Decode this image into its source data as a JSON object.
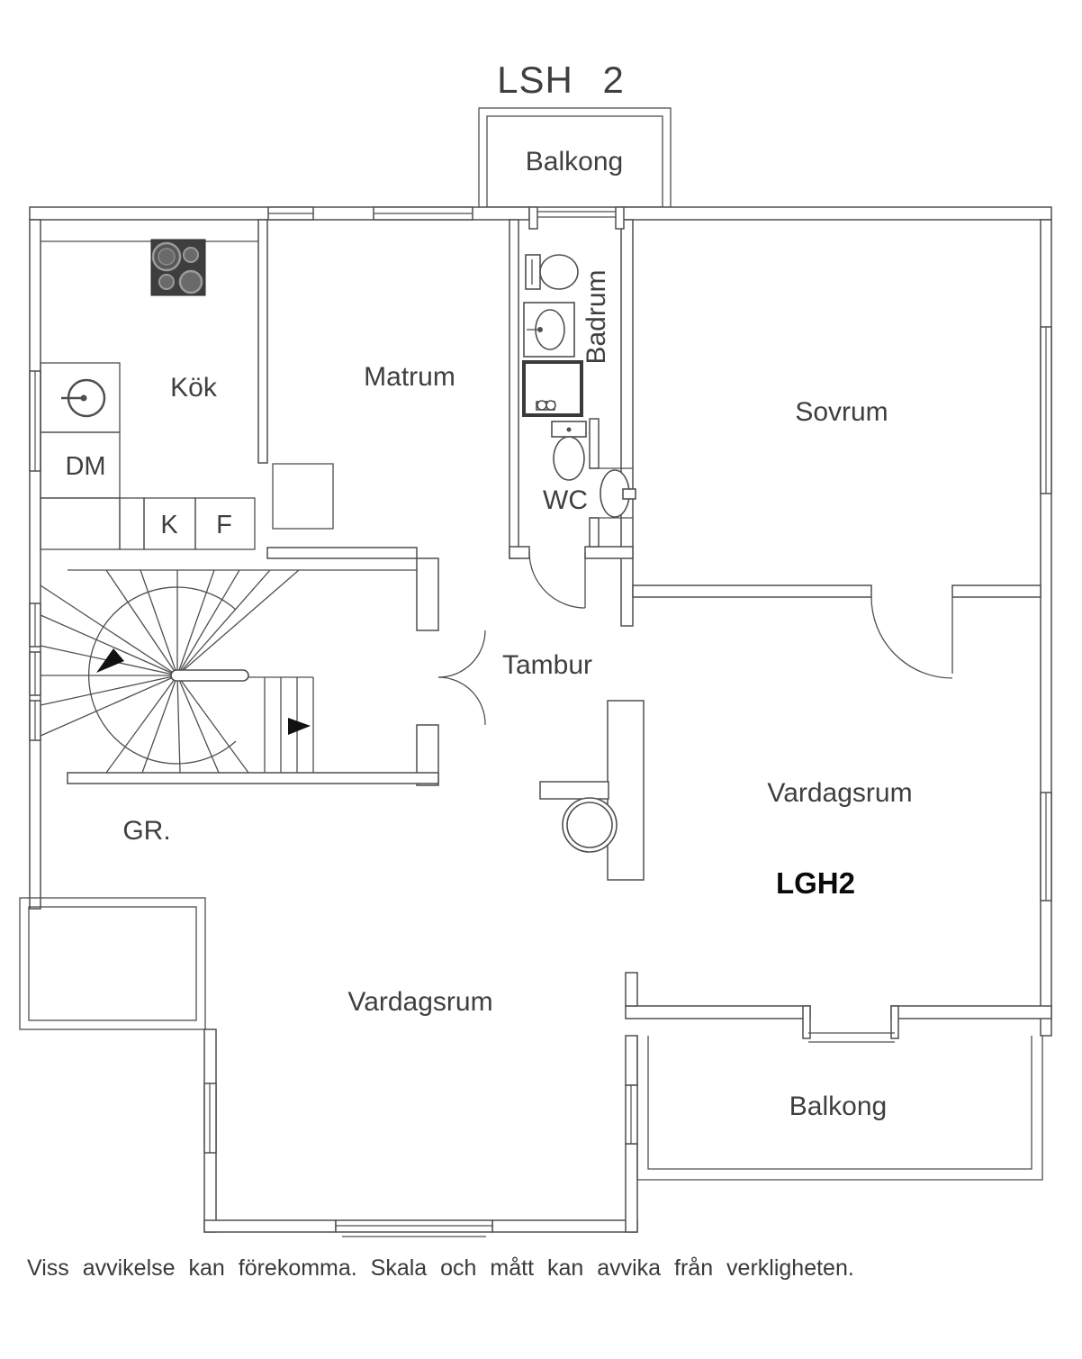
{
  "title": "LSH 2",
  "rooms": {
    "balcony_top": "Balkong",
    "kitchen": "Kök",
    "dining": "Matrum",
    "bathroom": "Badrum",
    "bedroom": "Sovrum",
    "wc": "WC",
    "hall": "Tambur",
    "closet": "GR.",
    "living_main": "Vardagsrum",
    "living_lower": "Vardagsrum",
    "balcony_bottom": "Balkong",
    "unit_label": "LGH2"
  },
  "appliances": {
    "dishwasher": "DM",
    "fridge": "K",
    "freezer": "F"
  },
  "footer": {
    "disclaimer": "Viss avvikelse kan förekomma. Skala och mått kan avvika från verkligheten."
  },
  "colors": {
    "background": "#ffffff",
    "line": "#4f4f4f",
    "text": "#3f3f3f",
    "stove": "#3e3e3e",
    "unit_text": "#0a0a0a"
  }
}
